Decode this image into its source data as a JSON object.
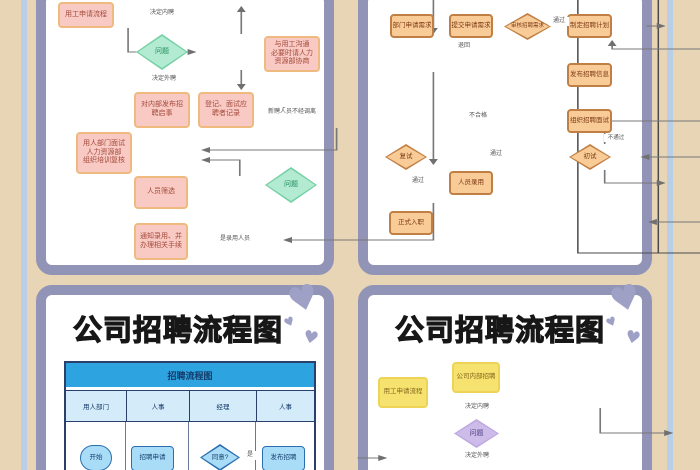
{
  "flow1": {
    "nodes": [
      "用工申请流程",
      "问题",
      "对内部发布招\n聘启事",
      "登记、面试应\n聘者记录",
      "用人部门面试\n人力资源部\n组织培训复核",
      "人员筛选",
      "通知录用、并\n办理相关手续",
      "与用工沟通\n必要时请人力\n资源部协商",
      "问题"
    ],
    "labels": [
      "决定内聘",
      "决定外聘",
      "新聘人员不经调离",
      "是录用人员"
    ]
  },
  "flow2": {
    "nodes": [
      "部门申请需求",
      "提交申请需求",
      "审核招聘需求",
      "制定招聘计划",
      "发布招聘信息",
      "组织招聘面试",
      "初试",
      "复试",
      "人员录用",
      "正式入职"
    ],
    "labels": [
      "通过",
      "退回",
      "不通过",
      "通过",
      "不合格",
      "通过"
    ]
  },
  "poster1": {
    "title": "公司招聘流程图",
    "table_title": "招聘流程图",
    "columns": [
      "用人部门",
      "人事",
      "经理",
      "人事"
    ],
    "shapes": [
      "开始",
      "招聘申请",
      "同意?",
      "发布招聘"
    ],
    "edge_label": "是"
  },
  "poster2": {
    "title": "公司招聘流程图",
    "nodes": [
      "公司内部招聘",
      "用工申请流程",
      "问题"
    ],
    "labels": [
      "决定内聘",
      "决定外聘"
    ]
  },
  "icons": {
    "heart": "♥"
  },
  "colors": {
    "background": "#e8d5b5",
    "tape": "#b9cfe8",
    "panel_border": "#9194b6",
    "pink_node": "#f9cac3",
    "green_diamond": "#b2ebd1",
    "orange_node": "#f8cb97",
    "yellow_node": "#f6e26e",
    "purple_diamond": "#cdbbe9",
    "table_header": "#2da4e0",
    "table_cell": "#d4ebfa",
    "blue_node": "#a9dcf6",
    "heart": "#9fa0c6"
  }
}
